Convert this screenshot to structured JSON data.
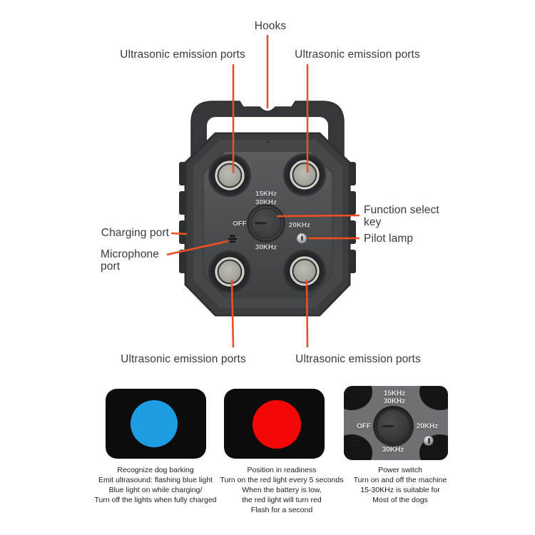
{
  "colors": {
    "background": "#ffffff",
    "leader_line": "#f05020",
    "label_text": "#3a3a3a",
    "caption_text": "#1c1c1c",
    "device_body": "#3a3c3f",
    "indicator_panel_black": "#0c0c0c",
    "blue_light": "#1e9ce4",
    "red_light": "#f50707"
  },
  "labels": {
    "hooks": "Hooks",
    "ultrasonic_top_left": "Ultrasonic emission ports",
    "ultrasonic_top_right": "Ultrasonic emission ports",
    "charging_port": "Charging port",
    "microphone_port": "Microphone\nport",
    "function_select_key": "Function select\nkey",
    "pilot_lamp": "Pilot lamp",
    "ultrasonic_bottom_left": "Ultrasonic emission ports",
    "ultrasonic_bottom_right": "Ultrasonic emission ports"
  },
  "device_markings": {
    "freq_top1": "15KHz",
    "freq_top2": "30KHz",
    "off": "OFF",
    "right": "20KHz",
    "bottom": "30KHz"
  },
  "panels": [
    {
      "name": "blue-light-indicator",
      "light_color": "#1e9ce4",
      "caption": "Recognize dog barking\nEmit ultrasound: flashing blue light\nBlue light on while charging/\nTurn off the lights when fully charged"
    },
    {
      "name": "red-light-indicator",
      "light_color": "#f50707",
      "caption": "Position in readiness\nTurn on the red light every 5 seconds\nWhen the battery is low,\nthe red light will turn red\nFlash for a second"
    },
    {
      "name": "power-switch-closeup",
      "markings": {
        "freq_top1": "15KHz",
        "freq_top2": "30KHz",
        "off": "OFF",
        "right": "20KHz",
        "bottom": "30KHz"
      },
      "caption": "Power switch\nTurn on and off the machine\n15-30KHz is suitable for\nMost of the dogs"
    }
  ]
}
